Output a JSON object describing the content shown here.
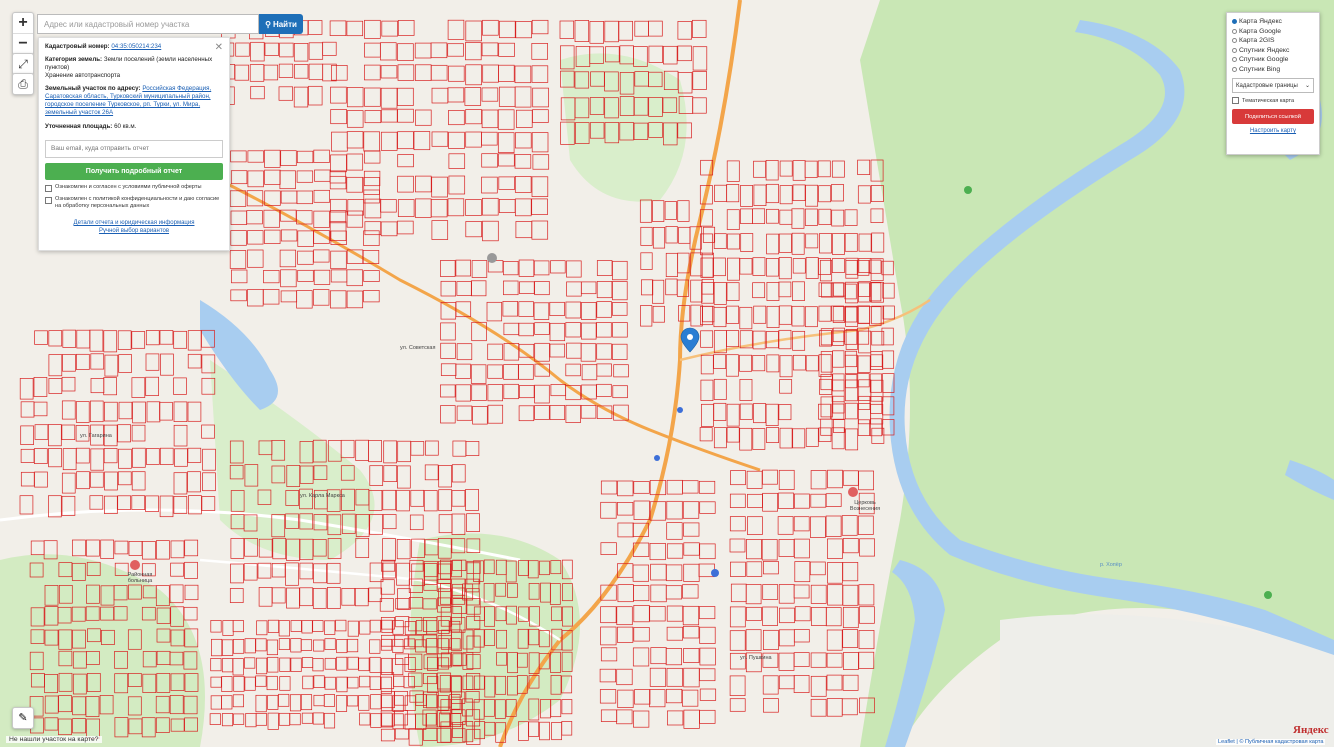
{
  "search": {
    "placeholder": "Адрес или кадастровый номер участка",
    "button_label": "Найти"
  },
  "zoom": {
    "plus": "+",
    "minus": "−"
  },
  "info": {
    "cadastral_label": "Кадастровый номер:",
    "cadastral_number": "04:35:050214:234",
    "category_label": "Категория земель:",
    "category_value": "Земли поселений (земли населенных пунктов)",
    "usage_value": "Хранение автотранспорта",
    "address_label": "Земельный участок по адресу:",
    "address_value": "Российская Федерация, Саратовская область, Турковский муниципальный район, городское поселение Турковское, рп. Турки, ул. Мира, земельный участок 26А",
    "area_label": "Уточненная площадь:",
    "area_value": "60 кв.м.",
    "email_placeholder": "Ваш email, куда отправить отчет",
    "report_button": "Получить подробный отчет",
    "agree_offer": "Ознакомлен и согласен с условиями публичной оферты",
    "agree_privacy": "Ознакомлен с политикой конфиденциальности и даю согласие на обработку персональных данных",
    "link_details": "Детали отчета и юридическая информация",
    "link_manual": "Ручной выбор вариантов"
  },
  "layers": {
    "options": [
      {
        "label": "Карта Яндекс",
        "selected": true
      },
      {
        "label": "Карта Google",
        "selected": false
      },
      {
        "label": "Карта 2GIS",
        "selected": false
      },
      {
        "label": "Спутник Яндекс",
        "selected": false
      },
      {
        "label": "Спутник Google",
        "selected": false
      },
      {
        "label": "Спутник Bing",
        "selected": false
      }
    ],
    "overlay_select": "Кадастровые границы",
    "thematic_label": "Тематическая карта",
    "share_button": "Поделиться ссылкой",
    "setup_link": "Настроить карту"
  },
  "bottom": {
    "not_found": "Не нашли участок на карте?",
    "logo": "Яндекс",
    "attribution": "Leaflet | © Публичная кадастровая карта"
  },
  "map_labels": {
    "poi_right": "Церковь Вознесения",
    "poi_left": "Районная больница",
    "river_label": "р. Хопёр",
    "street_1": "ул. Карла Маркса",
    "street_2": "ул. Советская",
    "street_3": "ул. Пушкина",
    "street_4": "ул. Гагарина"
  },
  "colors": {
    "accent": "#1e6fb8",
    "parcel": "#d82020",
    "water": "#a8cdf0",
    "forest": "#c9e7b5",
    "road": "#f3a54a",
    "report": "#4caf50",
    "share": "#d83a3a"
  }
}
